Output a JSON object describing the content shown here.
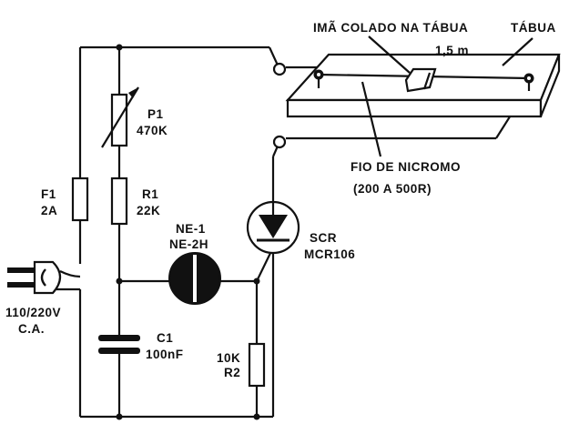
{
  "labels": {
    "ima": "IMÃ COLADO NA TÁBUA",
    "tabua": "TÁBUA",
    "length": "1,5 m",
    "p1_name": "P1",
    "p1_value": "470K",
    "fio_line1": "FIO DE NICROMO",
    "fio_line2": "(200 A 500R)",
    "f1_name": "F1",
    "f1_value": "2A",
    "r1_name": "R1",
    "r1_value": "22K",
    "ne_line1": "NE-1",
    "ne_line2": "NE-2H",
    "scr_name": "SCR",
    "scr_value": "MCR106",
    "voltage_line1": "110/220V",
    "voltage_line2": "C.A.",
    "c1_name": "C1",
    "c1_value": "100nF",
    "r2_value": "10K",
    "r2_name": "R2"
  },
  "colors": {
    "ink": "#111111",
    "paper": "#ffffff"
  }
}
